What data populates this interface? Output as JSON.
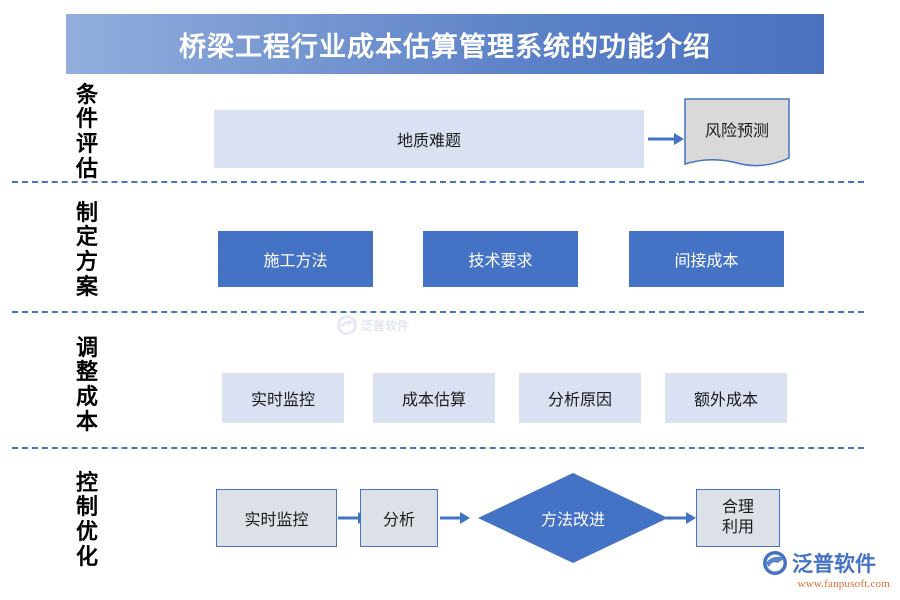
{
  "header": {
    "title": "桥梁工程行业成本估算管理系统的功能介绍",
    "gradient_from": "#93aedd",
    "gradient_to": "#4a72bf",
    "text_color": "#ffffff"
  },
  "theme": {
    "accent_blue": "#4472c4",
    "light_fill": "#d9e1f2",
    "gray_fill": "#dce1e8",
    "divider_color": "#4472c4"
  },
  "rows": [
    {
      "label": "条件评估",
      "label_chars": [
        "条",
        "件",
        "评",
        "估"
      ],
      "items": [
        {
          "text": "地质难题",
          "style": "light-wide"
        },
        {
          "text": "风险预测",
          "style": "document-shape"
        }
      ]
    },
    {
      "label": "制定方案",
      "label_chars": [
        "制",
        "定",
        "方",
        "案"
      ],
      "items": [
        {
          "text": "施工方法",
          "style": "solid-blue"
        },
        {
          "text": "技术要求",
          "style": "solid-blue"
        },
        {
          "text": "间接成本",
          "style": "solid-blue"
        }
      ]
    },
    {
      "label": "调整成本",
      "label_chars": [
        "调",
        "整",
        "成",
        "本"
      ],
      "items": [
        {
          "text": "实时监控",
          "style": "light-tile"
        },
        {
          "text": "成本估算",
          "style": "light-tile"
        },
        {
          "text": "分析原因",
          "style": "light-tile"
        },
        {
          "text": "额外成本",
          "style": "light-tile"
        }
      ]
    },
    {
      "label": "控制优化",
      "label_chars": [
        "控",
        "制",
        "优",
        "化"
      ],
      "items": [
        {
          "text": "实时监控",
          "style": "flow-box"
        },
        {
          "text": "分析",
          "style": "flow-box"
        },
        {
          "text": "方法改进",
          "style": "diamond"
        },
        {
          "text_line1": "合理",
          "text_line2": "利用",
          "style": "flow-box-2line"
        }
      ]
    }
  ],
  "watermark": {
    "text": "泛普软件"
  },
  "brand": {
    "name": "泛普软件",
    "url": "www.fanpusoft.com",
    "name_color": "#4472c4",
    "url_color": "#e06c2a"
  }
}
